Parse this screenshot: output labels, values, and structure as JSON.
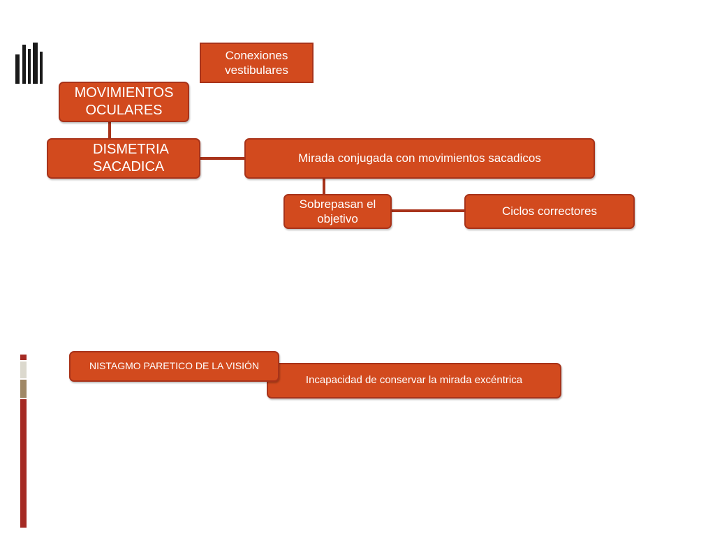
{
  "nodes": {
    "conexiones": "Conexiones vestibulares",
    "movimientos": "MOVIMIENTOS OCULARES",
    "dismetria": "DISMETRIA SACADICA",
    "mirada": "Mirada conjugada con movimientos sacadicos",
    "sobrepasan": "Sobrepasan el objetivo",
    "ciclos": "Ciclos correctores",
    "incapacidad": "Incapacidad de conservar la mirada excéntrica",
    "nistagmo": "NISTAGMO PARETICO DE LA VISIÓN"
  },
  "colors": {
    "box_fill": "#d24a1e",
    "box_border": "#a8331a",
    "text": "#ffffff",
    "connector": "#a8331a",
    "accent_dark": "#1a1a1a",
    "sidebar_red": "#a52a24",
    "sidebar_tan": "#a08866",
    "sidebar_light": "#dcd9ce"
  },
  "icons": {
    "corner_decoration": "vertical-bars-icon",
    "sidebar_decoration": "color-strip-icon"
  }
}
